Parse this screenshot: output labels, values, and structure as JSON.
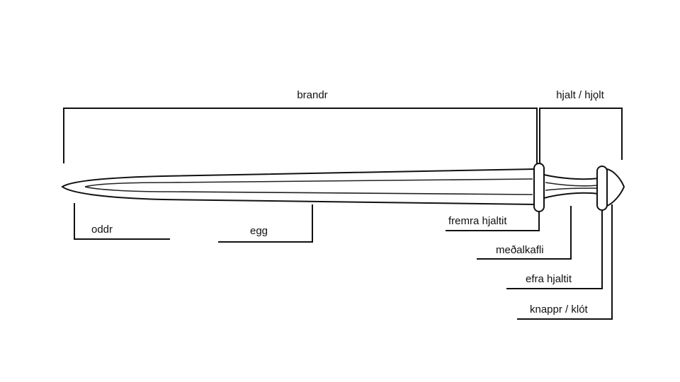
{
  "labels": {
    "brandr": "brandr",
    "hjalt": "hjalt / hjǫlt",
    "oddr": "oddr",
    "egg": "egg",
    "fremra_hjaltit": "fremra hjaltit",
    "medalkafli": "meðalkafli",
    "efra_hjaltit": "efra hjaltit",
    "knappr": "knappr / klót"
  }
}
